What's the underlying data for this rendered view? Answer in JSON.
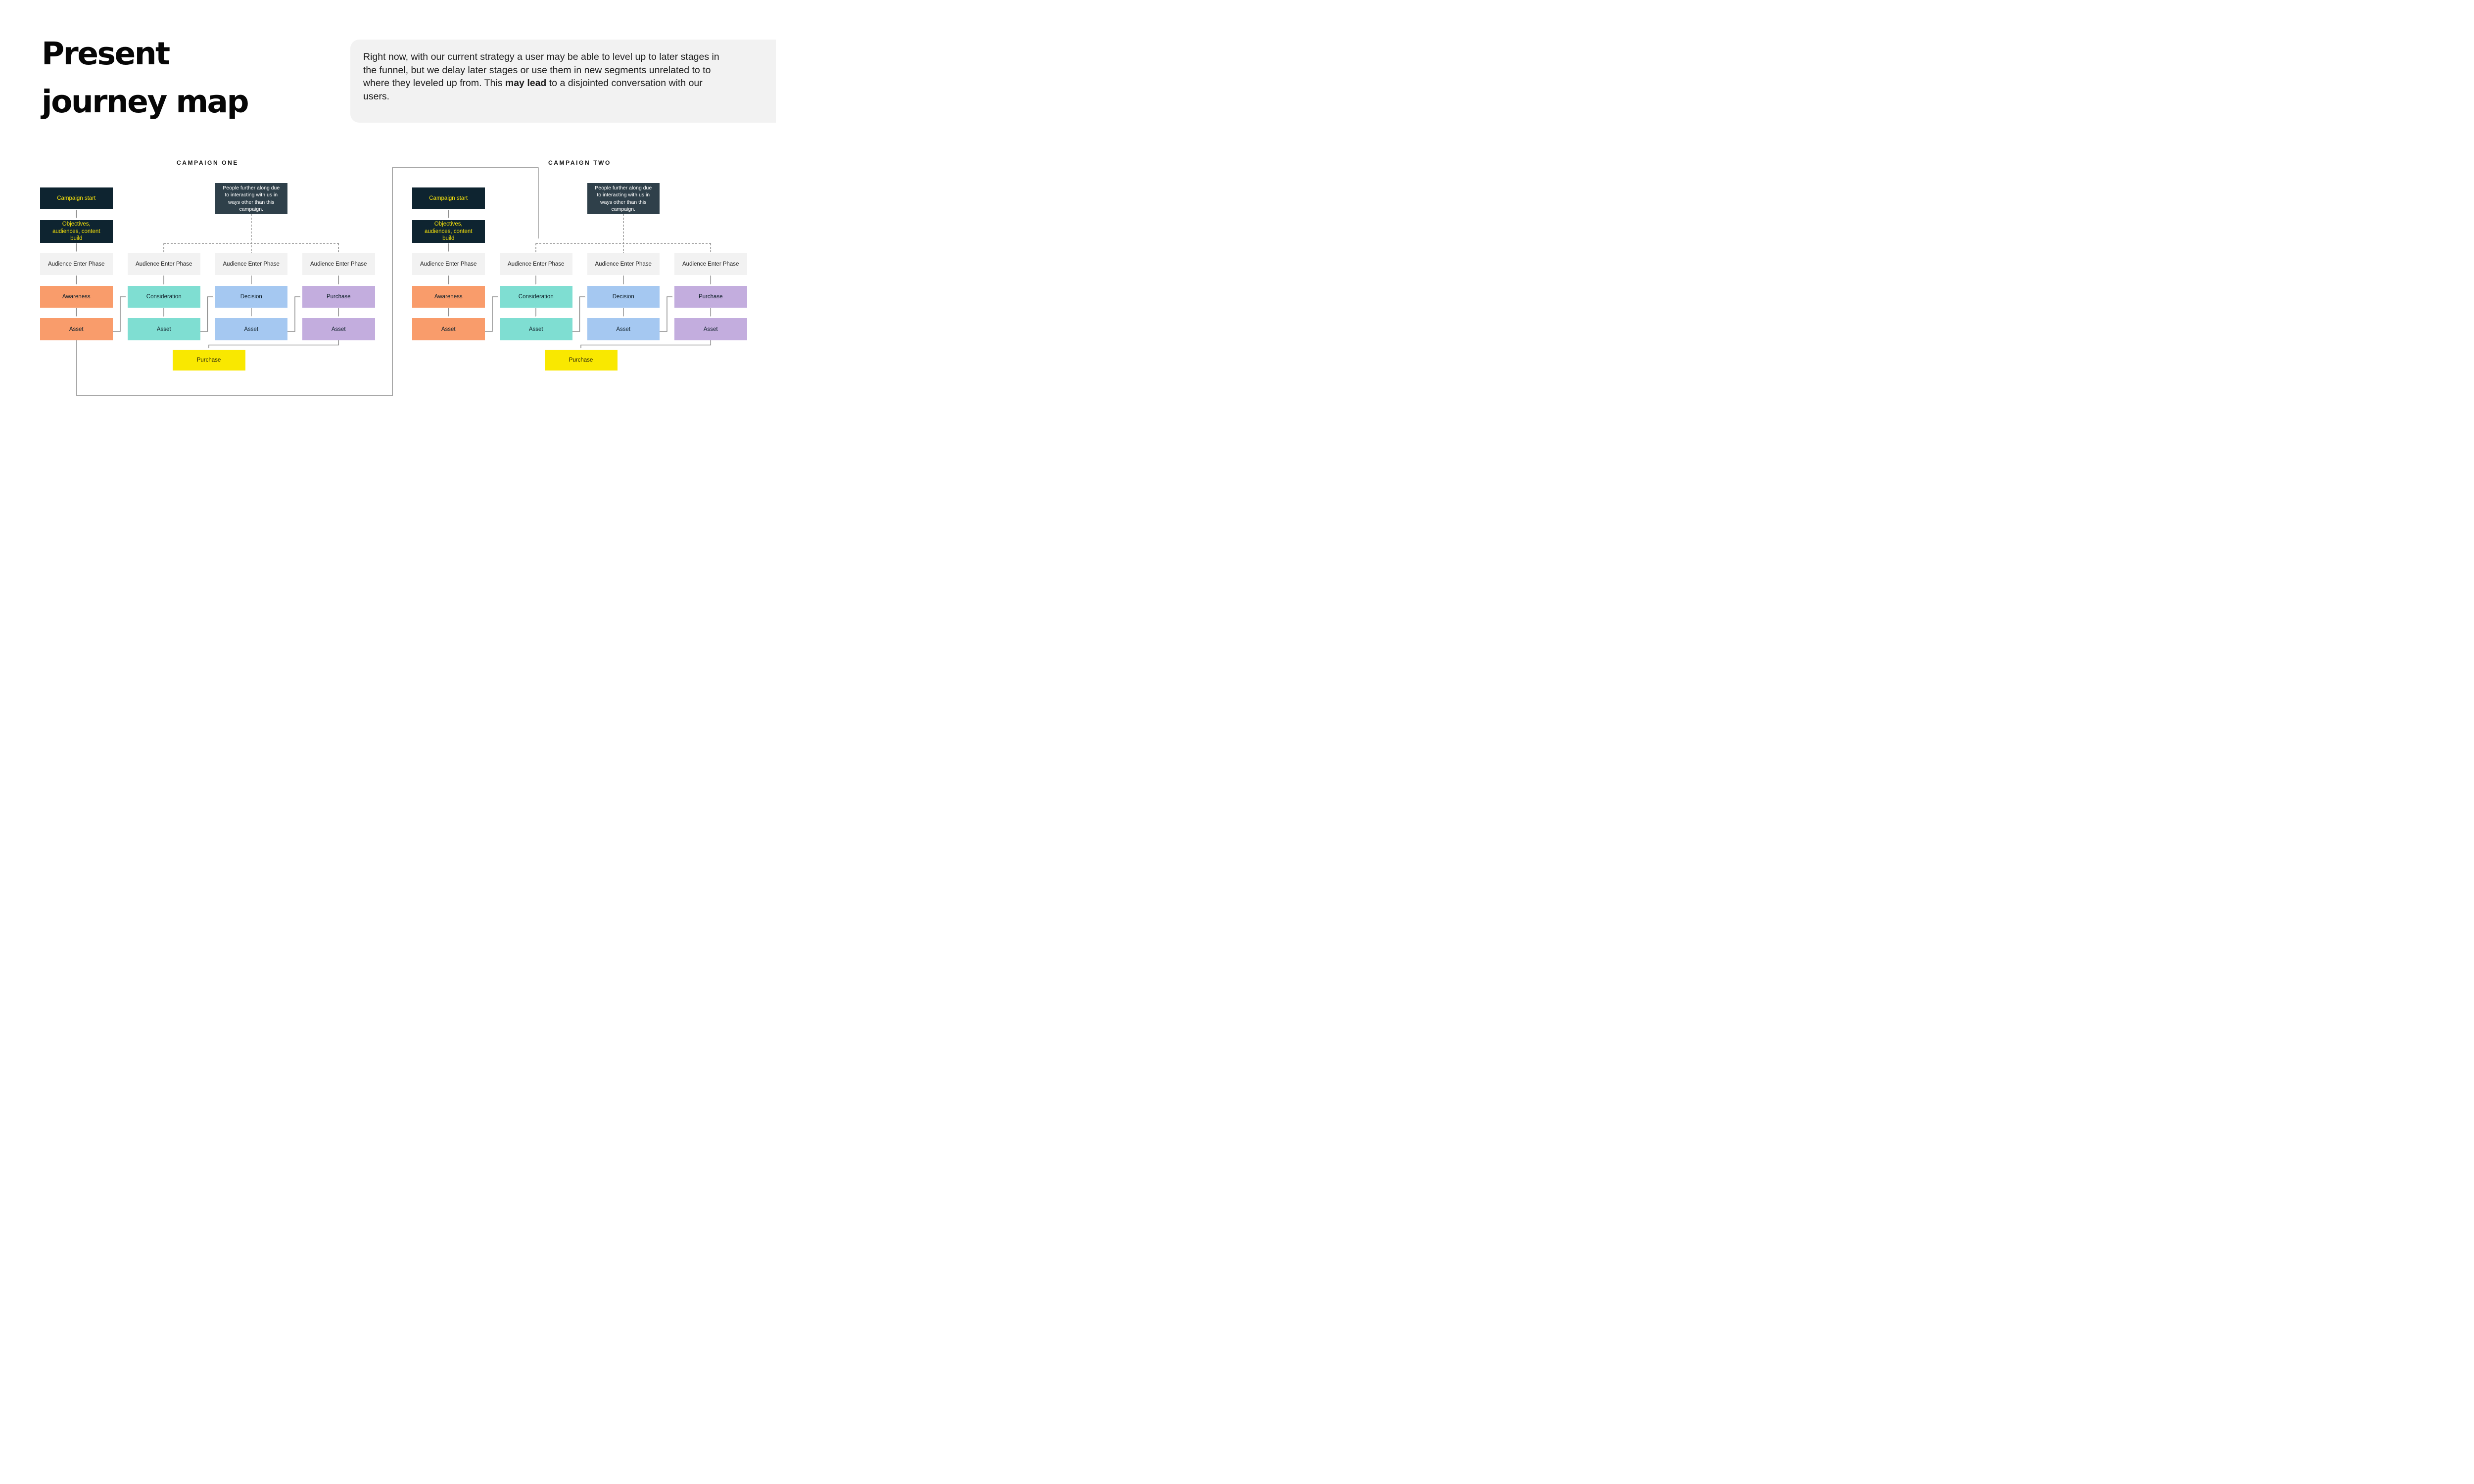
{
  "title": {
    "line1": "Present",
    "line2": "journey map"
  },
  "intro": {
    "text_before": "Right now, with our current strategy a user may be able to level up to later stages in the funnel, but we delay later stages or use them in new segments unrelated to to where they leveled up from. This ",
    "bold": "may lead",
    "text_after": " to a disjointed conversation with our users."
  },
  "colors": {
    "dark_navy": "#0e2430",
    "slate": "#2f404a",
    "yellow_text": "#f5e10a",
    "orange": "#f99c6b",
    "teal": "#7fded2",
    "blue": "#a5c8f1",
    "purple": "#c3adde",
    "yellow": "#f9e800",
    "light_gray": "#f2f2f2",
    "line_gray": "#8b8b8b"
  },
  "campaigns": [
    {
      "label": "CAMPAIGN ONE",
      "campaign_start": "Campaign start",
      "objectives": "Objectives, audiences, content build",
      "people_note": "People further along due to interacting with us in ways other than this campaign.",
      "enter_phase_label": "Audience Enter Phase",
      "columns": [
        {
          "phase": "Awareness",
          "asset": "Asset"
        },
        {
          "phase": "Consideration",
          "asset": "Asset"
        },
        {
          "phase": "Decision",
          "asset": "Asset"
        },
        {
          "phase": "Purchase",
          "asset": "Asset"
        }
      ],
      "purchase_box": "Purchase"
    },
    {
      "label": "CAMPAIGN TWO",
      "campaign_start": "Campaign start",
      "objectives": "Objectives, audiences, content build",
      "people_note": "People further along due to interacting with us in ways other than this campaign.",
      "enter_phase_label": "Audience Enter Phase",
      "columns": [
        {
          "phase": "Awareness",
          "asset": "Asset"
        },
        {
          "phase": "Consideration",
          "asset": "Asset"
        },
        {
          "phase": "Decision",
          "asset": "Asset"
        },
        {
          "phase": "Purchase",
          "asset": "Asset"
        }
      ],
      "purchase_box": "Purchase"
    }
  ]
}
